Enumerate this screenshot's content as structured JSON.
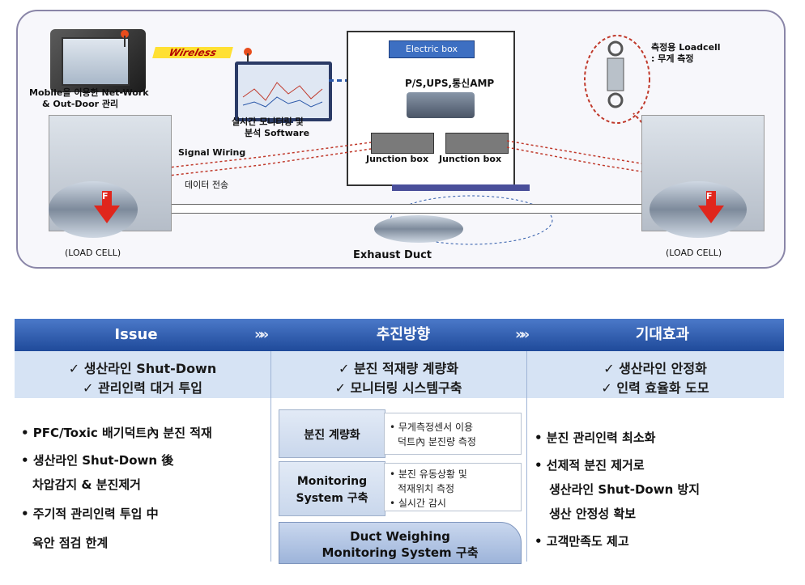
{
  "diagram": {
    "wireless": "Wireless",
    "mobile_line1": "Mobile을 이용한 Net-Work",
    "mobile_line2": "& Out-Door 관리",
    "software_line1": "실시간 모니터링 및",
    "software_line2": "분석 Software",
    "electric_box": "Electric box",
    "ps_ups": "P/S,UPS,통신AMP",
    "junction1": "Junction box",
    "junction2": "Junction box",
    "signal_wiring": "Signal Wiring",
    "data_transfer": "데이터 전송",
    "loadcell_note_line1": "측정용 Loadcell",
    "loadcell_note_line2": ": 무게 측정",
    "force_left": "F",
    "force_right": "F",
    "load_cell_left": "(LOAD CELL)",
    "load_cell_right": "(LOAD CELL)",
    "exhaust_duct": "Exhaust  Duct"
  },
  "table": {
    "header": [
      "Issue",
      "추진방향",
      "기대효과"
    ],
    "chevron": "»»",
    "sub": [
      [
        "✓ 생산라인 Shut-Down",
        "✓ 관리인력 대거 투입"
      ],
      [
        "✓ 분진 적재량 계량화",
        "✓ 모니터링 시스템구축"
      ],
      [
        "✓ 생산라인 안정화",
        "✓ 인력 효율화 도모"
      ]
    ],
    "issue_bullets": [
      "• PFC/Toxic 배기덕트內 분진 적재",
      "• 생산라인 Shut-Down 後",
      "차압감지 & 분진제거",
      "• 주기적 관리인력 투입 中",
      "육안 점검 한계"
    ],
    "steps": [
      {
        "label": [
          "분진 계량화"
        ],
        "desc": [
          "• 무게측정센서 이용",
          "덕트內 분진량 측정"
        ]
      },
      {
        "label": [
          "Monitoring",
          "System 구축"
        ],
        "desc": [
          "• 분진 유동상황 및",
          "적재위치 측정",
          "• 실시간 감시"
        ]
      }
    ],
    "final_step": [
      "Duct Weighing",
      "Monitoring System 구축"
    ],
    "effect_bullets": [
      "• 분진 관리인력 최소화",
      "• 선제적 분진 제거로",
      "생산라인 Shut-Down 방지",
      "생산 안정성 확보",
      "• 고객만족도 제고"
    ]
  },
  "colors": {
    "header_blue": "#2a57a8",
    "sub_bg": "#d6e3f4",
    "arrow_red": "#e0261c",
    "wiring_red": "#c0392b"
  }
}
